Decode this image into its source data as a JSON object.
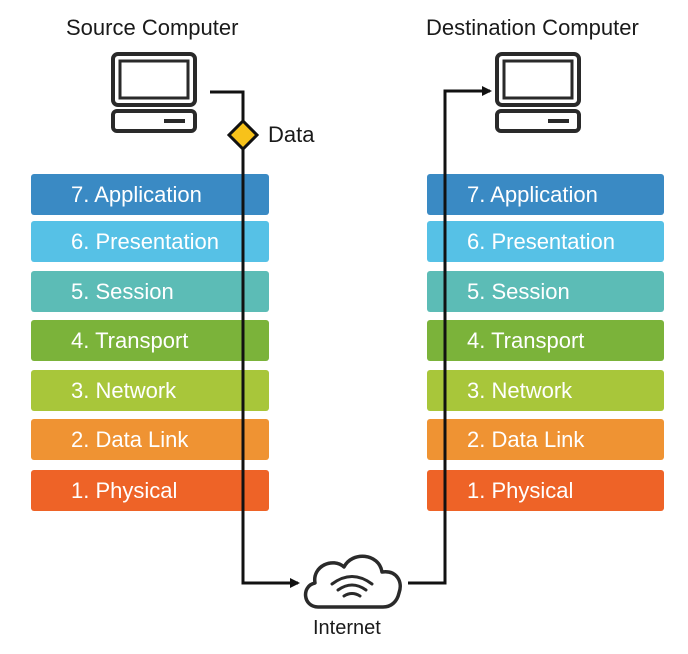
{
  "source": {
    "title": "Source Computer",
    "layers": [
      {
        "label": "7. Application",
        "color": "#3a8ac4"
      },
      {
        "label": "6. Presentation",
        "color": "#56c1e6"
      },
      {
        "label": "5. Session",
        "color": "#5cbcb6"
      },
      {
        "label": "4. Transport",
        "color": "#7bb33a"
      },
      {
        "label": "3. Network",
        "color": "#a8c63a"
      },
      {
        "label": "2. Data Link",
        "color": "#ef9333"
      },
      {
        "label": "1. Physical",
        "color": "#ee6327"
      }
    ]
  },
  "destination": {
    "title": "Destination Computer",
    "layers": [
      {
        "label": "7. Application",
        "color": "#3a8ac4"
      },
      {
        "label": "6. Presentation",
        "color": "#56c1e6"
      },
      {
        "label": "5. Session",
        "color": "#5cbcb6"
      },
      {
        "label": "4. Transport",
        "color": "#7bb33a"
      },
      {
        "label": "3. Network",
        "color": "#a8c63a"
      },
      {
        "label": "2. Data Link",
        "color": "#ef9333"
      },
      {
        "label": "1. Physical",
        "color": "#ee6327"
      }
    ]
  },
  "data_label": "Data",
  "data_marker_color": "#f7c21a",
  "internet_label": "Internet",
  "line_color": "#111111"
}
